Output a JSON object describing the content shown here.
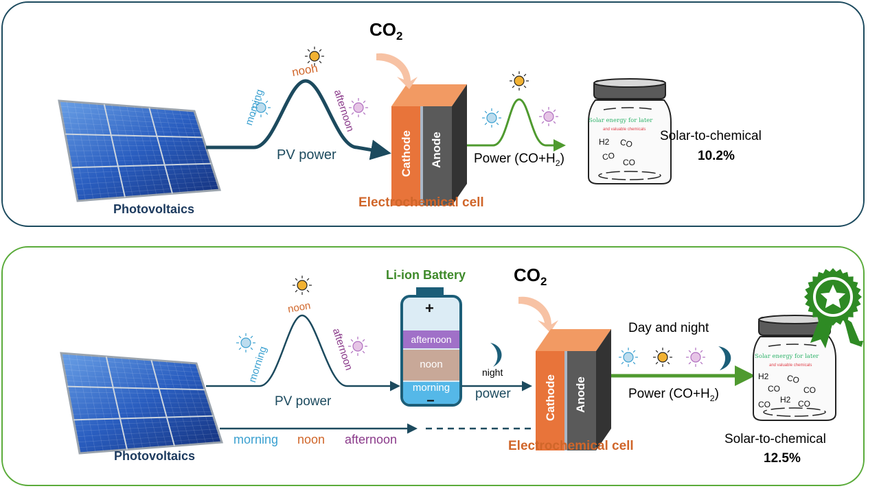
{
  "top_panel": {
    "co2": "CO",
    "co2_sub": "2",
    "curve_labels": {
      "morning": "morning",
      "noon": "nooh",
      "afternoon": "afternoon"
    },
    "pv_power": "PV power",
    "photovoltaics": "Photovoltaics",
    "cathode": "Cathode",
    "anode": "Anode",
    "cell_label": "Electrochemical cell",
    "power_label": "Power (CO+H",
    "power_sub": "2",
    "power_close": ")",
    "jar": {
      "title": "Solar energy for later",
      "subtitle": "and valuable chemicals",
      "molecules": [
        "H2",
        "CO",
        "CO",
        "CO"
      ]
    },
    "efficiency_label": "Solar-to-chemical",
    "efficiency_value": "10.2%"
  },
  "bottom_panel": {
    "co2": "CO",
    "co2_sub": "2",
    "curve_labels": {
      "morning": "morning",
      "noon": "noon",
      "afternoon": "afternoon"
    },
    "pv_power": "PV power",
    "photovoltaics": "Photovoltaics",
    "battery": {
      "title": "Li-ion Battery",
      "plus": "+",
      "minus": "−",
      "segments": [
        "afternoon",
        "noon",
        "morning"
      ]
    },
    "night": "night",
    "power": "power",
    "direct_labels": [
      "morning",
      "noon",
      "afternoon"
    ],
    "cathode": "Cathode",
    "anode": "Anode",
    "cell_label": "Electrochemical cell",
    "day_and_night": "Day and night",
    "power_label": "Power (CO+H",
    "power_sub": "2",
    "power_close": ")",
    "jar": {
      "title": "Solar energy for later",
      "subtitle": "and valuable chemicals",
      "molecules": [
        "H2",
        "CO",
        "CO",
        "CO",
        "H2",
        "CO",
        "CO"
      ]
    },
    "efficiency_label": "Solar-to-chemical",
    "efficiency_value": "12.5%"
  },
  "colors": {
    "teal": "#1c4a5e",
    "green": "#4f9a2f",
    "orange": "#e8743a",
    "morning": "#3aa0d0",
    "noon": "#f2b233",
    "afternoon": "#b070c0",
    "award": "#2e8a24"
  }
}
